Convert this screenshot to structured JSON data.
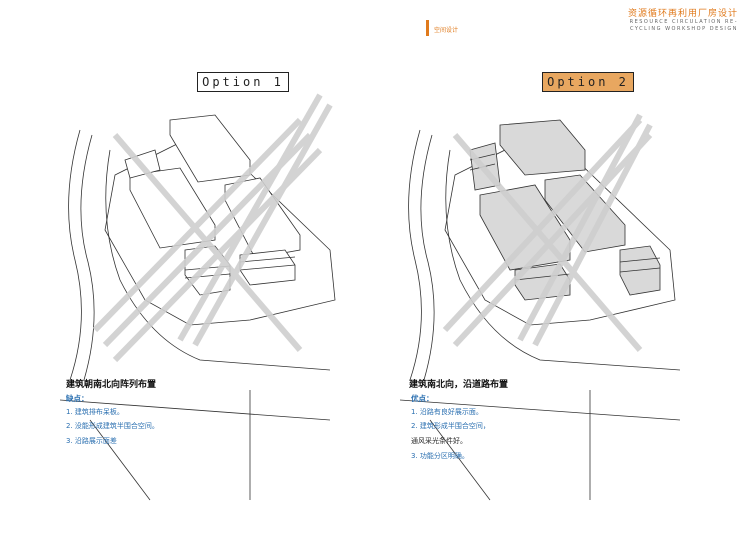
{
  "header": {
    "section_label": "空间设计",
    "title": "资源循环再利用厂房设计",
    "subtitle_line1": "RESOURCE CIRCULATION RE-",
    "subtitle_line2": "CYCLING WORKSHOP DESIGN"
  },
  "options": [
    {
      "label": "Option 1",
      "heading": "建筑朝南北向阵列布置",
      "sub_label": "缺点：",
      "items": [
        "1. 建筑排布呆板。",
        "2. 没能形成建筑半围合空间。",
        "3. 沿路展示面差"
      ]
    },
    {
      "label": "Option 2",
      "heading": "建筑南北向，沿道路布置",
      "sub_label": "优点：",
      "items": [
        "1. 沿路有良好展示面。",
        "2. 建筑形成半围合空间，",
        "通风采光条件好。",
        "3. 功能分区明确。"
      ]
    }
  ],
  "colors": {
    "accent": "#e07a1c",
    "option2_fill": "#e8a760",
    "text_blue": "#2a6fb0"
  }
}
